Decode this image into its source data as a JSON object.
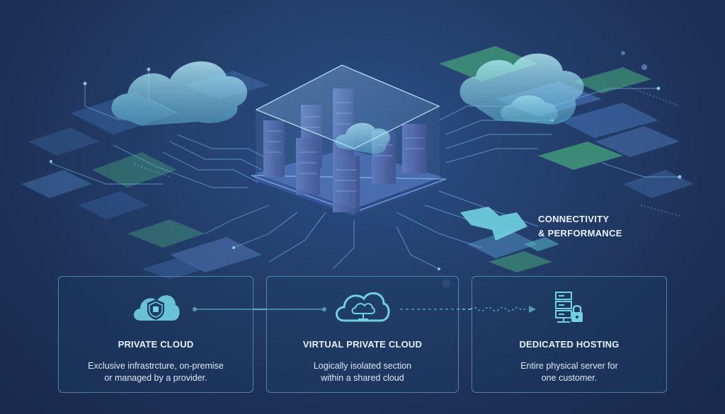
{
  "caption": {
    "line1": "CONNECTIVITY",
    "line2": "& PERFORMANCE"
  },
  "cards": [
    {
      "title": "PRIVATE CLOUD",
      "desc_line1": "Exclusive infrastrcture, on-premise",
      "desc_line2": "or managed by a provider.",
      "icon": "cloud-shield-icon"
    },
    {
      "title": "VIRTUAL PRIVATE CLOUD",
      "desc_line1": "Logically isolated section",
      "desc_line2": "within a shared cloud",
      "icon": "cloud-network-icon"
    },
    {
      "title": "DEDICATED HOSTING",
      "desc_line1": "Entire physical server for",
      "desc_line2": "one customer.",
      "icon": "server-lock-icon"
    }
  ],
  "colors": {
    "accent": "#5fd0e0",
    "accent_green": "#4fb37a",
    "card_border": "#7dbee6",
    "text": "#e6f0fb"
  }
}
